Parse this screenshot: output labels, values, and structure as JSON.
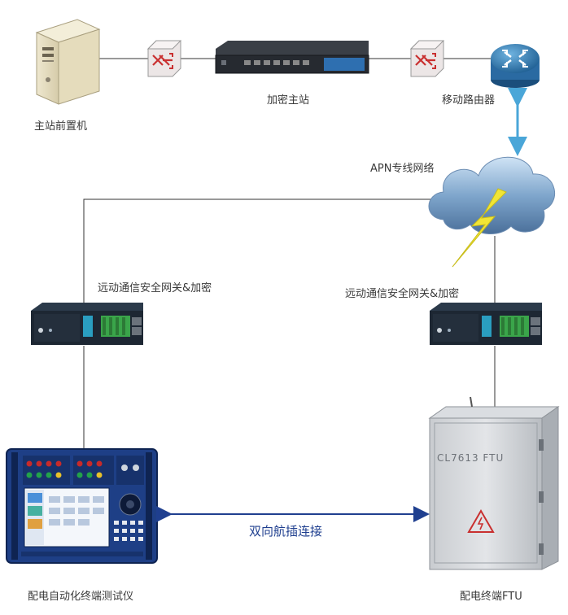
{
  "labels": {
    "front_server": "主站前置机",
    "encrypt_station": "加密主站",
    "mobile_router": "移动路由器",
    "apn_network": "APN专线网络",
    "gateway_left": "远动通信安全网关&加密",
    "gateway_right": "远动通信安全网关&加密",
    "bidirectional": "双向航插连接",
    "tester": "配电自动化终端测试仪",
    "ftu": "配电终端FTU"
  },
  "device_text": {
    "ftu_panel": "CL7613 FTU"
  },
  "colors": {
    "link_line": "#333333",
    "arrow_blue": "#1f3f8f",
    "cyan_arrow": "#4aa6d8",
    "router_blue": "#2f7fb5",
    "gateway_dark": "#1d2733",
    "tester_blue": "#1e3f86"
  },
  "icons": [
    "server-icon",
    "switch-icon",
    "encryption-appliance-icon",
    "router-icon",
    "cloud-lightning-icon",
    "gateway-icon",
    "tester-device-icon",
    "ftu-cabinet-icon",
    "double-arrow-icon"
  ]
}
